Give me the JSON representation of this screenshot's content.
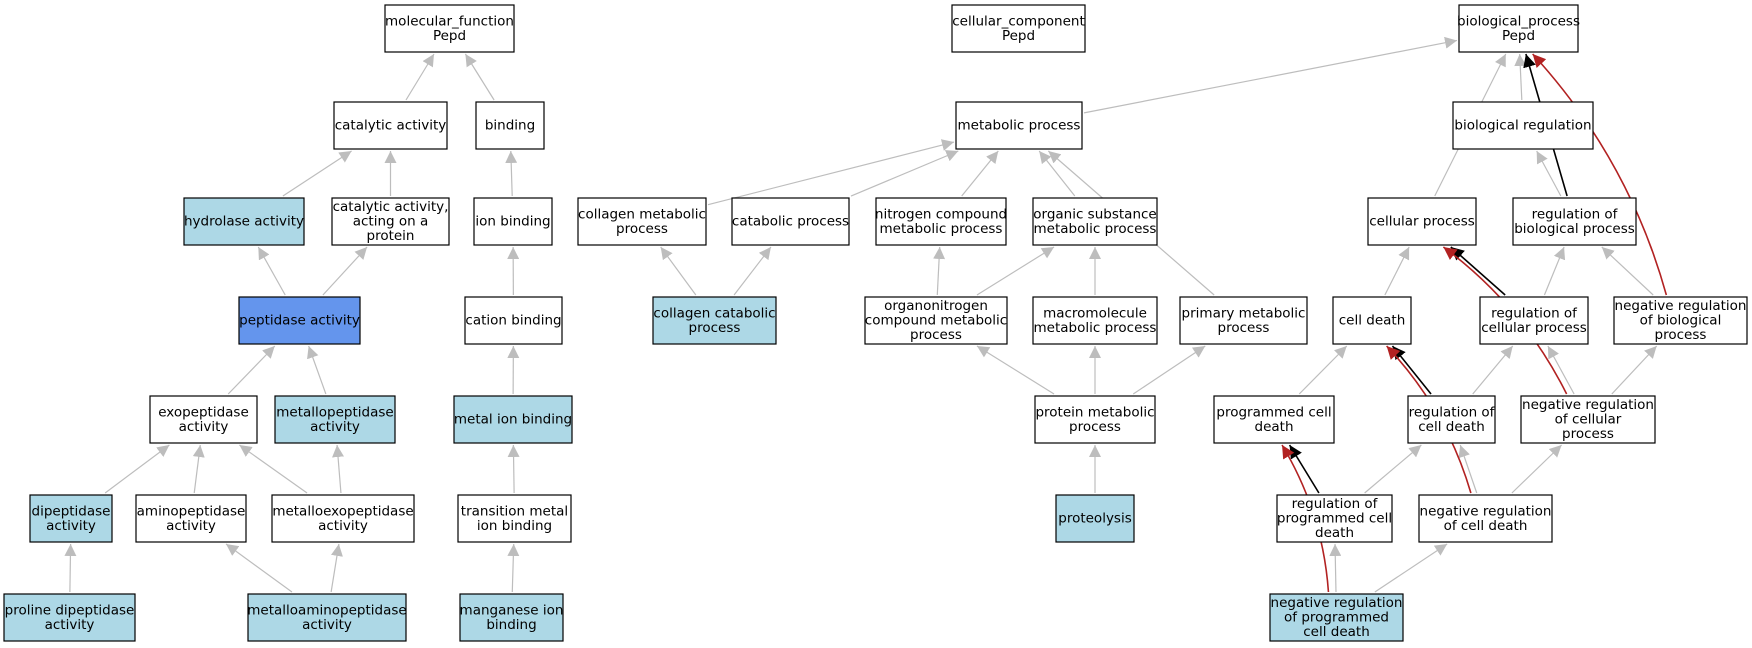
{
  "colors": {
    "plain": "#ffffff",
    "light": "#add8e6",
    "focus": "#6495ed",
    "is_a": "#bdbdbd",
    "regulates": "#000000",
    "negatively_regulates": "#b22222"
  },
  "nodes": [
    {
      "id": "mf",
      "lines": [
        "molecular_function",
        "Pepd"
      ],
      "fill": "plain"
    },
    {
      "id": "cc",
      "lines": [
        "cellular_component",
        "Pepd"
      ],
      "fill": "plain"
    },
    {
      "id": "bp",
      "lines": [
        "biological_process",
        "Pepd"
      ],
      "fill": "plain"
    },
    {
      "id": "catalytic",
      "lines": [
        "catalytic activity"
      ],
      "fill": "plain"
    },
    {
      "id": "binding",
      "lines": [
        "binding"
      ],
      "fill": "plain"
    },
    {
      "id": "metabolic",
      "lines": [
        "metabolic process"
      ],
      "fill": "plain"
    },
    {
      "id": "bioreg",
      "lines": [
        "biological regulation"
      ],
      "fill": "plain"
    },
    {
      "id": "hydrolase",
      "lines": [
        "hydrolase activity"
      ],
      "fill": "light"
    },
    {
      "id": "catprot",
      "lines": [
        "catalytic activity,",
        "acting on a",
        "protein"
      ],
      "fill": "plain"
    },
    {
      "id": "ionbind",
      "lines": [
        "ion binding"
      ],
      "fill": "plain"
    },
    {
      "id": "collmeta",
      "lines": [
        "collagen metabolic",
        "process"
      ],
      "fill": "plain"
    },
    {
      "id": "catabolic",
      "lines": [
        "catabolic process"
      ],
      "fill": "plain"
    },
    {
      "id": "nitrogen",
      "lines": [
        "nitrogen compound",
        "metabolic process"
      ],
      "fill": "plain"
    },
    {
      "id": "organic",
      "lines": [
        "organic substance",
        "metabolic process"
      ],
      "fill": "plain"
    },
    {
      "id": "cellproc",
      "lines": [
        "cellular process"
      ],
      "fill": "plain"
    },
    {
      "id": "regbio",
      "lines": [
        "regulation of",
        "biological process"
      ],
      "fill": "plain"
    },
    {
      "id": "peptidase",
      "lines": [
        "peptidase activity"
      ],
      "fill": "focus"
    },
    {
      "id": "cation",
      "lines": [
        "cation binding"
      ],
      "fill": "plain"
    },
    {
      "id": "collcat",
      "lines": [
        "collagen catabolic",
        "process"
      ],
      "fill": "light"
    },
    {
      "id": "organonit",
      "lines": [
        "organonitrogen",
        "compound metabolic",
        "process"
      ],
      "fill": "plain"
    },
    {
      "id": "macromol",
      "lines": [
        "macromolecule",
        "metabolic process"
      ],
      "fill": "plain"
    },
    {
      "id": "primary",
      "lines": [
        "primary metabolic",
        "process"
      ],
      "fill": "plain"
    },
    {
      "id": "celldeath",
      "lines": [
        "cell death"
      ],
      "fill": "plain"
    },
    {
      "id": "regcell",
      "lines": [
        "regulation of",
        "cellular process"
      ],
      "fill": "plain"
    },
    {
      "id": "negbio",
      "lines": [
        "negative regulation",
        "of biological",
        "process"
      ],
      "fill": "plain"
    },
    {
      "id": "exopep",
      "lines": [
        "exopeptidase",
        "activity"
      ],
      "fill": "plain"
    },
    {
      "id": "metallopep",
      "lines": [
        "metallopeptidase",
        "activity"
      ],
      "fill": "light"
    },
    {
      "id": "metalion",
      "lines": [
        "metal ion binding"
      ],
      "fill": "light"
    },
    {
      "id": "protmeta",
      "lines": [
        "protein metabolic",
        "process"
      ],
      "fill": "plain"
    },
    {
      "id": "progdeath",
      "lines": [
        "programmed cell",
        "death"
      ],
      "fill": "plain"
    },
    {
      "id": "regdeath",
      "lines": [
        "regulation of",
        "cell death"
      ],
      "fill": "plain"
    },
    {
      "id": "negcell",
      "lines": [
        "negative regulation",
        "of cellular",
        "process"
      ],
      "fill": "plain"
    },
    {
      "id": "dipep",
      "lines": [
        "dipeptidase",
        "activity"
      ],
      "fill": "light"
    },
    {
      "id": "aminopep",
      "lines": [
        "aminopeptidase",
        "activity"
      ],
      "fill": "plain"
    },
    {
      "id": "metalloexo",
      "lines": [
        "metalloexopeptidase",
        "activity"
      ],
      "fill": "plain"
    },
    {
      "id": "transition",
      "lines": [
        "transition metal",
        "ion binding"
      ],
      "fill": "plain"
    },
    {
      "id": "proteolysis",
      "lines": [
        "proteolysis"
      ],
      "fill": "light"
    },
    {
      "id": "regprog",
      "lines": [
        "regulation of",
        "programmed cell",
        "death"
      ],
      "fill": "plain"
    },
    {
      "id": "negdeath",
      "lines": [
        "negative regulation",
        "of cell death"
      ],
      "fill": "plain"
    },
    {
      "id": "proline",
      "lines": [
        "proline dipeptidase",
        "activity"
      ],
      "fill": "light"
    },
    {
      "id": "metalloamino",
      "lines": [
        "metalloaminopeptidase",
        "activity"
      ],
      "fill": "light"
    },
    {
      "id": "manganese",
      "lines": [
        "manganese ion",
        "binding"
      ],
      "fill": "light"
    },
    {
      "id": "negprog",
      "lines": [
        "negative regulation",
        "of programmed",
        "cell death"
      ],
      "fill": "light"
    }
  ],
  "edges": [
    {
      "from": "catalytic",
      "to": "mf",
      "type": "is_a"
    },
    {
      "from": "binding",
      "to": "mf",
      "type": "is_a"
    },
    {
      "from": "hydrolase",
      "to": "catalytic",
      "type": "is_a"
    },
    {
      "from": "catprot",
      "to": "catalytic",
      "type": "is_a"
    },
    {
      "from": "ionbind",
      "to": "binding",
      "type": "is_a"
    },
    {
      "from": "peptidase",
      "to": "hydrolase",
      "type": "is_a"
    },
    {
      "from": "peptidase",
      "to": "catprot",
      "type": "is_a"
    },
    {
      "from": "cation",
      "to": "ionbind",
      "type": "is_a"
    },
    {
      "from": "exopep",
      "to": "peptidase",
      "type": "is_a"
    },
    {
      "from": "metallopep",
      "to": "peptidase",
      "type": "is_a"
    },
    {
      "from": "metalion",
      "to": "cation",
      "type": "is_a"
    },
    {
      "from": "dipep",
      "to": "exopep",
      "type": "is_a"
    },
    {
      "from": "aminopep",
      "to": "exopep",
      "type": "is_a"
    },
    {
      "from": "metalloexo",
      "to": "exopep",
      "type": "is_a"
    },
    {
      "from": "metalloexo",
      "to": "metallopep",
      "type": "is_a"
    },
    {
      "from": "transition",
      "to": "metalion",
      "type": "is_a"
    },
    {
      "from": "proline",
      "to": "dipep",
      "type": "is_a"
    },
    {
      "from": "metalloamino",
      "to": "aminopep",
      "type": "is_a"
    },
    {
      "from": "metalloamino",
      "to": "metalloexo",
      "type": "is_a"
    },
    {
      "from": "manganese",
      "to": "transition",
      "type": "is_a"
    },
    {
      "from": "metabolic",
      "to": "bp",
      "type": "is_a"
    },
    {
      "from": "bioreg",
      "to": "bp",
      "type": "is_a"
    },
    {
      "from": "cellproc",
      "to": "bp",
      "type": "is_a"
    },
    {
      "from": "regbio",
      "to": "bioreg",
      "type": "is_a"
    },
    {
      "from": "regbio",
      "to": "bp",
      "type": "regulates"
    },
    {
      "from": "negbio",
      "to": "bp",
      "type": "negatively_regulates"
    },
    {
      "from": "collmeta",
      "to": "metabolic",
      "type": "is_a"
    },
    {
      "from": "catabolic",
      "to": "metabolic",
      "type": "is_a"
    },
    {
      "from": "nitrogen",
      "to": "metabolic",
      "type": "is_a"
    },
    {
      "from": "organic",
      "to": "metabolic",
      "type": "is_a"
    },
    {
      "from": "primary",
      "to": "metabolic",
      "type": "is_a"
    },
    {
      "from": "collcat",
      "to": "collmeta",
      "type": "is_a"
    },
    {
      "from": "collcat",
      "to": "catabolic",
      "type": "is_a"
    },
    {
      "from": "organonit",
      "to": "nitrogen",
      "type": "is_a"
    },
    {
      "from": "organonit",
      "to": "organic",
      "type": "is_a"
    },
    {
      "from": "macromol",
      "to": "organic",
      "type": "is_a"
    },
    {
      "from": "protmeta",
      "to": "organonit",
      "type": "is_a"
    },
    {
      "from": "protmeta",
      "to": "macromol",
      "type": "is_a"
    },
    {
      "from": "protmeta",
      "to": "primary",
      "type": "is_a"
    },
    {
      "from": "proteolysis",
      "to": "protmeta",
      "type": "is_a"
    },
    {
      "from": "celldeath",
      "to": "cellproc",
      "type": "is_a"
    },
    {
      "from": "regcell",
      "to": "regbio",
      "type": "is_a"
    },
    {
      "from": "regcell",
      "to": "cellproc",
      "type": "regulates"
    },
    {
      "from": "negbio",
      "to": "regbio",
      "type": "is_a"
    },
    {
      "from": "negcell",
      "to": "regcell",
      "type": "is_a"
    },
    {
      "from": "negcell",
      "to": "negbio",
      "type": "is_a"
    },
    {
      "from": "negcell",
      "to": "cellproc",
      "type": "negatively_regulates"
    },
    {
      "from": "progdeath",
      "to": "celldeath",
      "type": "is_a"
    },
    {
      "from": "regdeath",
      "to": "regcell",
      "type": "is_a"
    },
    {
      "from": "regdeath",
      "to": "celldeath",
      "type": "regulates"
    },
    {
      "from": "negdeath",
      "to": "regdeath",
      "type": "is_a"
    },
    {
      "from": "negdeath",
      "to": "negcell",
      "type": "is_a"
    },
    {
      "from": "negdeath",
      "to": "celldeath",
      "type": "negatively_regulates"
    },
    {
      "from": "regprog",
      "to": "regdeath",
      "type": "is_a"
    },
    {
      "from": "regprog",
      "to": "progdeath",
      "type": "regulates"
    },
    {
      "from": "negprog",
      "to": "regprog",
      "type": "is_a"
    },
    {
      "from": "negprog",
      "to": "negdeath",
      "type": "is_a"
    },
    {
      "from": "negprog",
      "to": "progdeath",
      "type": "negatively_regulates"
    }
  ]
}
